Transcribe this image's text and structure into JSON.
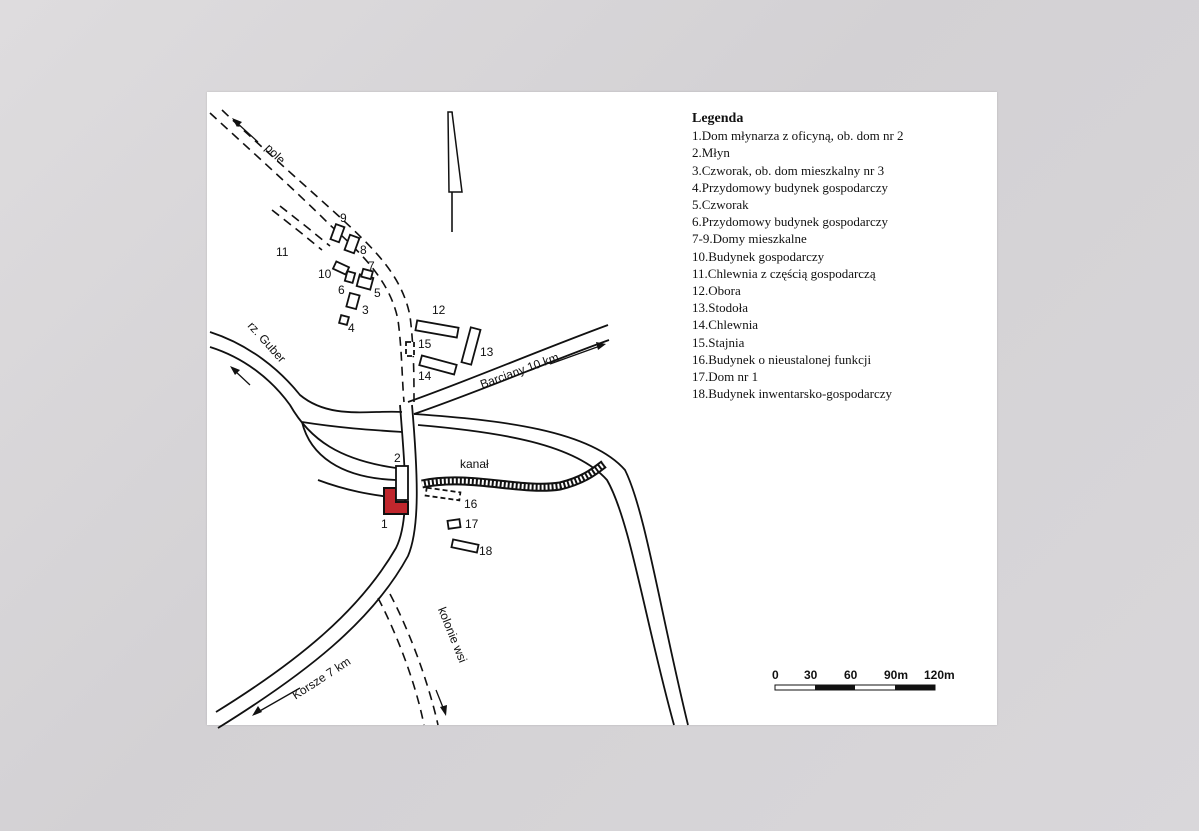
{
  "legend": {
    "title": "Legenda",
    "items": [
      "1.Dom młynarza z oficyną, ob. dom nr 2",
      "2.Młyn",
      "3.Czworak, ob. dom mieszkalny nr 3",
      "4.Przydomowy budynek gospodarczy",
      "5.Czworak",
      "6.Przydomowy budynek gospodarczy",
      "7-9.Domy mieszkalne",
      "10.Budynek gospodarczy",
      "11.Chlewnia z częścią gospodarczą",
      "12.Obora",
      "13.Stodoła",
      "14.Chlewnia",
      "15.Stajnia",
      "16.Budynek o nieustalonej funkcji",
      "17.Dom nr 1",
      "18.Budynek inwentarsko-gospodarczy"
    ]
  },
  "map_labels": {
    "pole": "pole",
    "river": "rz. Guber",
    "barciany": "Barciany 10 km",
    "kanal": "kanał",
    "korsze": "Korsze 7 km",
    "kolonie": "kolonie wsi"
  },
  "building_numbers": [
    "1",
    "2",
    "3",
    "4",
    "5",
    "6",
    "7",
    "8",
    "9",
    "10",
    "11",
    "12",
    "13",
    "14",
    "15",
    "16",
    "17",
    "18"
  ],
  "scale": {
    "labels": [
      "0",
      "30",
      "60",
      "90m",
      "120m"
    ]
  },
  "colors": {
    "highlight": "#c0272d",
    "ink": "#111111",
    "paper": "#ffffff"
  },
  "icons": {
    "north": "north-arrow-icon"
  }
}
